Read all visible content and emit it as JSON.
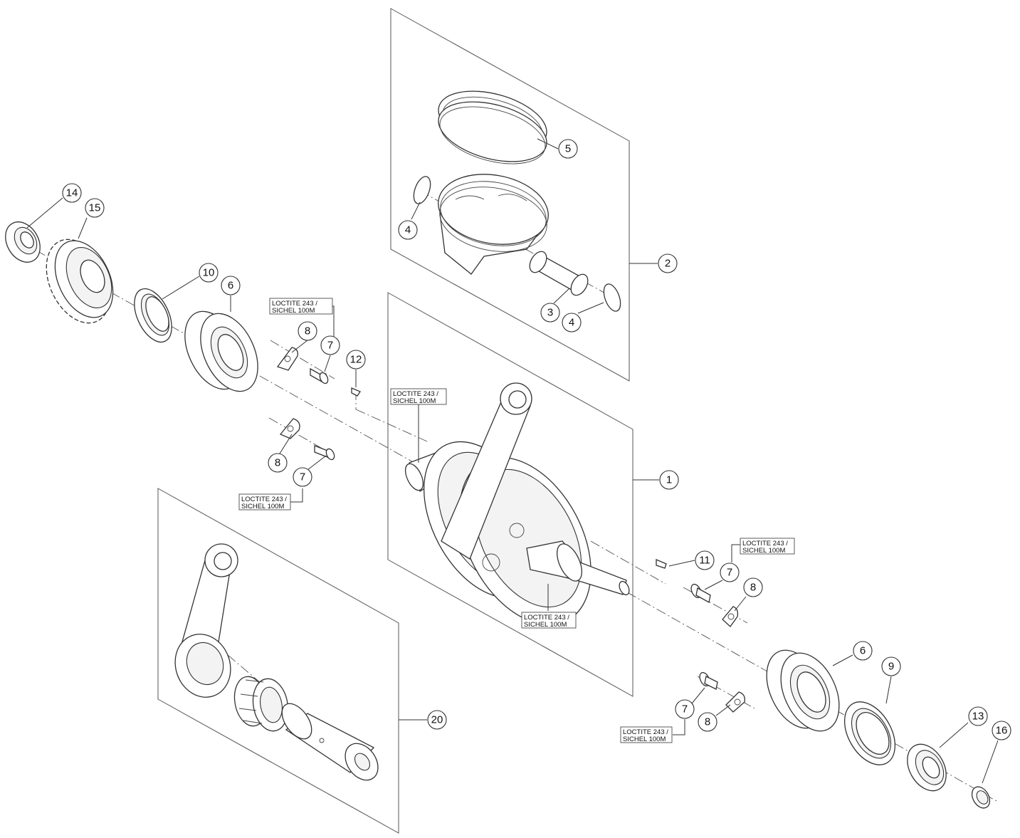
{
  "callouts": [
    {
      "id": "c14",
      "label": "14"
    },
    {
      "id": "c15",
      "label": "15"
    },
    {
      "id": "c10",
      "label": "10"
    },
    {
      "id": "c6a",
      "label": "6"
    },
    {
      "id": "c8a",
      "label": "8"
    },
    {
      "id": "c7a",
      "label": "7"
    },
    {
      "id": "c12",
      "label": "12"
    },
    {
      "id": "c8b",
      "label": "8"
    },
    {
      "id": "c7b",
      "label": "7"
    },
    {
      "id": "c5",
      "label": "5"
    },
    {
      "id": "c4a",
      "label": "4"
    },
    {
      "id": "c3",
      "label": "3"
    },
    {
      "id": "c4b",
      "label": "4"
    },
    {
      "id": "c2",
      "label": "2"
    },
    {
      "id": "c1",
      "label": "1"
    },
    {
      "id": "c11",
      "label": "11"
    },
    {
      "id": "c7c",
      "label": "7"
    },
    {
      "id": "c8c",
      "label": "8"
    },
    {
      "id": "c6b",
      "label": "6"
    },
    {
      "id": "c9",
      "label": "9"
    },
    {
      "id": "c7d",
      "label": "7"
    },
    {
      "id": "c8d",
      "label": "8"
    },
    {
      "id": "c13",
      "label": "13"
    },
    {
      "id": "c16",
      "label": "16"
    },
    {
      "id": "c20",
      "label": "20"
    }
  ],
  "notes": [
    {
      "id": "n1",
      "line1": "LOCTITE 243 /",
      "line2": "SICHEL 100M"
    },
    {
      "id": "n2",
      "line1": "LOCTITE 243 /",
      "line2": "SICHEL 100M"
    },
    {
      "id": "n3",
      "line1": "LOCTITE 243 /",
      "line2": "SICHEL 100M"
    },
    {
      "id": "n4",
      "line1": "LOCTITE 243 /",
      "line2": "SICHEL 100M"
    },
    {
      "id": "n5",
      "line1": "LOCTITE 243 /",
      "line2": "SICHEL 100M"
    },
    {
      "id": "n6",
      "line1": "LOCTITE 243 /",
      "line2": "SICHEL 100M"
    }
  ]
}
